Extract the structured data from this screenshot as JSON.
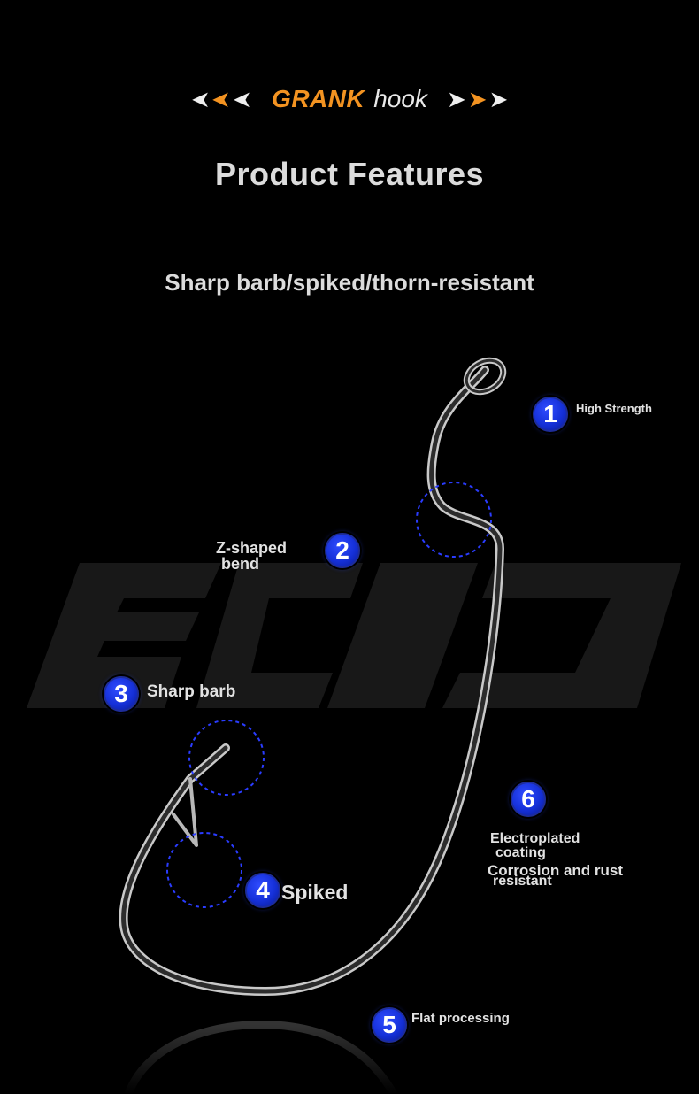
{
  "header": {
    "brand_main": "GRANK",
    "brand_sub": "hook",
    "title": "Product Features",
    "subtitle": "Sharp barb/spiked/thorn-resistant"
  },
  "watermark": "ECID",
  "features": [
    {
      "number": "1",
      "label": "High Strength"
    },
    {
      "number": "2",
      "label_line1": "Z-shaped",
      "label_line2": "bend"
    },
    {
      "number": "3",
      "label": "Sharp barb"
    },
    {
      "number": "4",
      "label": "Spiked"
    },
    {
      "number": "5",
      "label": "Flat processing"
    },
    {
      "number": "6",
      "label_line1": "Electroplated",
      "label_line2": "coating",
      "label_line3": "Corrosion and rust",
      "label_line4": "resistant"
    }
  ],
  "colors": {
    "background": "#000000",
    "accent": "#f39321",
    "badge": "#1530d8",
    "highlight_circle": "#2a3cff"
  }
}
